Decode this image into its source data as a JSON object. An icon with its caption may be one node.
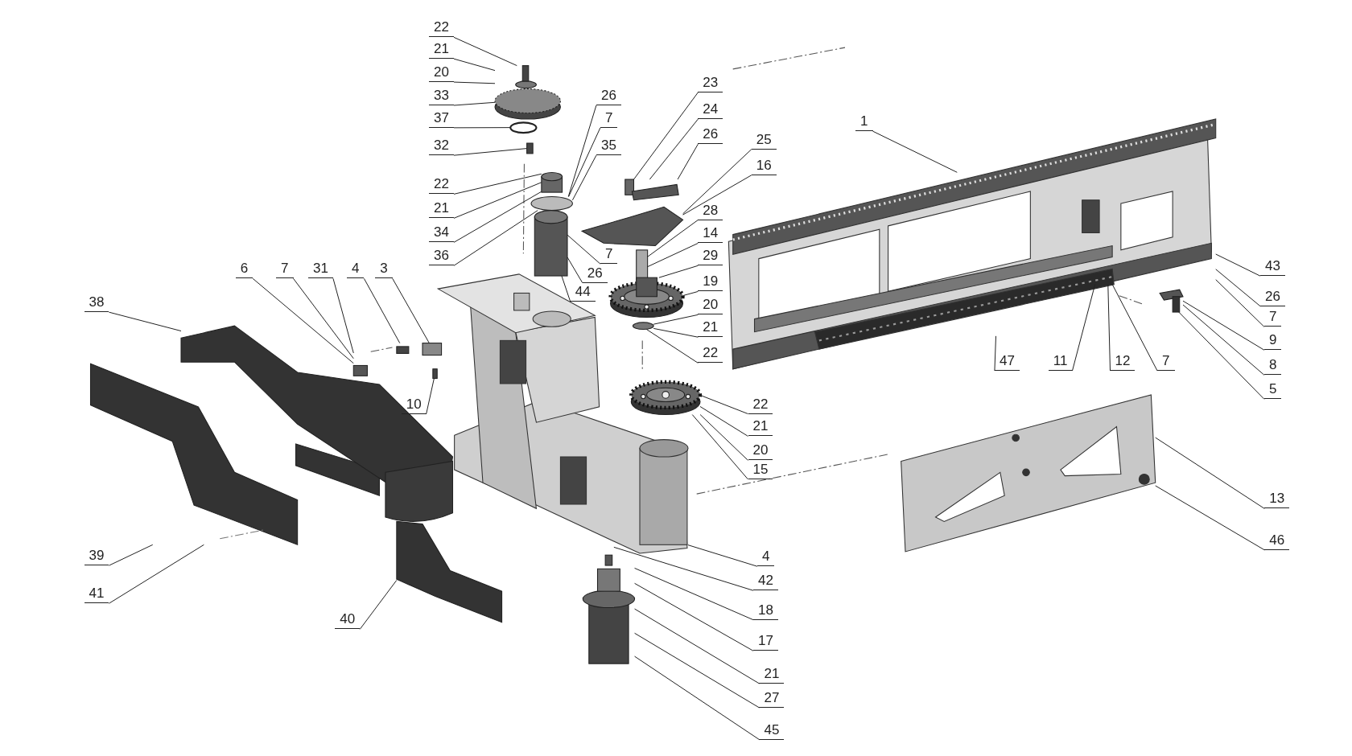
{
  "diagram": {
    "nodes": [
      {
        "text": [
          "22"
        ]
      },
      {
        "text": [
          "21"
        ]
      },
      {
        "text": [
          "20"
        ]
      },
      {
        "text": [
          "33"
        ]
      },
      {
        "text": [
          "37"
        ]
      },
      {
        "text": [
          "32"
        ]
      },
      {
        "text": [
          "22"
        ]
      },
      {
        "text": [
          "21"
        ]
      },
      {
        "text": [
          "34"
        ]
      },
      {
        "text": [
          "36"
        ]
      },
      {
        "text": [
          "26"
        ]
      },
      {
        "text": [
          "7"
        ]
      },
      {
        "text": [
          "35"
        ]
      },
      {
        "text": [
          "7"
        ]
      },
      {
        "text": [
          "26"
        ]
      },
      {
        "text": [
          "44"
        ]
      },
      {
        "text": [
          "23"
        ]
      },
      {
        "text": [
          "24"
        ]
      },
      {
        "text": [
          "26"
        ]
      },
      {
        "text": [
          "25"
        ]
      },
      {
        "text": [
          "16"
        ]
      },
      {
        "text": [
          "28"
        ]
      },
      {
        "text": [
          "14"
        ]
      },
      {
        "text": [
          "29"
        ]
      },
      {
        "text": [
          "19"
        ]
      },
      {
        "text": [
          "20"
        ]
      },
      {
        "text": [
          "21"
        ]
      },
      {
        "text": [
          "22"
        ]
      },
      {
        "text": [
          "22"
        ]
      },
      {
        "text": [
          "21"
        ]
      },
      {
        "text": [
          "20"
        ]
      },
      {
        "text": [
          "15"
        ]
      },
      {
        "text": [
          "4"
        ]
      },
      {
        "text": [
          "42"
        ]
      },
      {
        "text": [
          "18"
        ]
      },
      {
        "text": [
          "17"
        ]
      },
      {
        "text": [
          "21"
        ]
      },
      {
        "text": [
          "27"
        ]
      },
      {
        "text": [
          "45"
        ]
      },
      {
        "text": [
          "1"
        ]
      },
      {
        "text": [
          "43"
        ]
      },
      {
        "text": [
          "26"
        ]
      },
      {
        "text": [
          "7"
        ]
      },
      {
        "text": [
          "9"
        ]
      },
      {
        "text": [
          "8"
        ]
      },
      {
        "text": [
          "5"
        ]
      },
      {
        "text": [
          "47"
        ]
      },
      {
        "text": [
          "11"
        ]
      },
      {
        "text": [
          "12"
        ]
      },
      {
        "text": [
          "7"
        ]
      },
      {
        "text": [
          "13"
        ]
      },
      {
        "text": [
          "46"
        ]
      },
      {
        "text": [
          "6"
        ]
      },
      {
        "text": [
          "7"
        ]
      },
      {
        "text": [
          "31"
        ]
      },
      {
        "text": [
          "4"
        ]
      },
      {
        "text": [
          "3"
        ]
      },
      {
        "text": [
          "38"
        ]
      },
      {
        "text": [
          "10"
        ]
      },
      {
        "text": [
          "39"
        ]
      },
      {
        "text": [
          "41"
        ]
      },
      {
        "text": [
          "40"
        ]
      },
      {
        "text": [],
        "shape": "picture"
      },
      {
        "text": [],
        "shape": "circle"
      },
      {
        "text": [],
        "shape": "box"
      },
      {
        "text": [],
        "shape": "cylinder"
      },
      {
        "text": [],
        "shape": "circle"
      },
      {
        "text": [],
        "shape": "picture"
      },
      {
        "text": [],
        "shape": "box"
      },
      {
        "text": [],
        "shape": "picture"
      },
      {
        "text": [],
        "shape": "circle"
      },
      {
        "text": [],
        "shape": "picture"
      },
      {
        "text": [],
        "shape": "picture"
      },
      {
        "text": [],
        "shape": "picture"
      },
      {
        "text": [],
        "shape": "picture"
      },
      {
        "text": [],
        "shape": "picture"
      },
      {
        "text": [],
        "shape": "picture"
      },
      {
        "text": [],
        "shape": "picture"
      },
      {
        "text": [],
        "shape": "picture"
      },
      {
        "text": [],
        "shape": "picture"
      },
      {
        "text": [],
        "shape": "picture"
      },
      {
        "text": [],
        "shape": "cylinder"
      }
    ],
    "edges": [
      {
        "from": 0,
        "to": 62,
        "arrow": "none"
      },
      {
        "from": 1,
        "to": 62,
        "arrow": "none"
      },
      {
        "from": 2,
        "to": 62,
        "arrow": "none"
      },
      {
        "from": 3,
        "to": 62,
        "arrow": "none"
      },
      {
        "from": 4,
        "to": 63,
        "arrow": "none"
      },
      {
        "from": 5,
        "to": 64,
        "arrow": "none"
      },
      {
        "from": 6,
        "to": 65,
        "arrow": "none"
      },
      {
        "from": 7,
        "to": 65,
        "arrow": "none"
      },
      {
        "from": 8,
        "to": 65,
        "arrow": "none"
      },
      {
        "from": 9,
        "to": 66,
        "arrow": "none"
      },
      {
        "from": 10,
        "to": 66,
        "arrow": "none"
      },
      {
        "from": 11,
        "to": 66,
        "arrow": "none"
      },
      {
        "from": 12,
        "to": 66,
        "arrow": "none"
      },
      {
        "from": 13,
        "to": 81,
        "arrow": "none"
      },
      {
        "from": 14,
        "to": 81,
        "arrow": "none"
      },
      {
        "from": 15,
        "to": 81,
        "arrow": "none"
      },
      {
        "from": 16,
        "to": 67,
        "arrow": "none"
      },
      {
        "from": 17,
        "to": 67,
        "arrow": "none"
      },
      {
        "from": 18,
        "to": 67,
        "arrow": "none"
      },
      {
        "from": 19,
        "to": 67,
        "arrow": "none"
      },
      {
        "from": 20,
        "to": 67,
        "arrow": "none"
      },
      {
        "from": 21,
        "to": 68,
        "arrow": "none"
      },
      {
        "from": 22,
        "to": 68,
        "arrow": "none"
      },
      {
        "from": 23,
        "to": 69,
        "arrow": "none"
      },
      {
        "from": 24,
        "to": 69,
        "arrow": "none"
      },
      {
        "from": 25,
        "to": 70,
        "arrow": "none"
      },
      {
        "from": 26,
        "to": 70,
        "arrow": "none"
      },
      {
        "from": 27,
        "to": 70,
        "arrow": "none"
      },
      {
        "from": 28,
        "to": 71,
        "arrow": "none"
      },
      {
        "from": 29,
        "to": 71,
        "arrow": "none"
      },
      {
        "from": 30,
        "to": 71,
        "arrow": "none"
      },
      {
        "from": 31,
        "to": 71,
        "arrow": "none"
      },
      {
        "from": 32,
        "to": 72,
        "arrow": "none"
      },
      {
        "from": 33,
        "to": 73,
        "arrow": "none"
      },
      {
        "from": 34,
        "to": 73,
        "arrow": "none"
      },
      {
        "from": 35,
        "to": 73,
        "arrow": "none"
      },
      {
        "from": 36,
        "to": 73,
        "arrow": "none"
      },
      {
        "from": 37,
        "to": 73,
        "arrow": "none"
      },
      {
        "from": 38,
        "to": 73,
        "arrow": "none"
      },
      {
        "from": 39,
        "to": 74,
        "arrow": "none"
      },
      {
        "from": 40,
        "to": 74,
        "arrow": "none"
      },
      {
        "from": 41,
        "to": 74,
        "arrow": "none"
      },
      {
        "from": 42,
        "to": 74,
        "arrow": "none"
      },
      {
        "from": 43,
        "to": 75,
        "arrow": "none"
      },
      {
        "from": 44,
        "to": 75,
        "arrow": "none"
      },
      {
        "from": 45,
        "to": 75,
        "arrow": "none"
      },
      {
        "from": 46,
        "to": 74,
        "arrow": "none"
      },
      {
        "from": 47,
        "to": 74,
        "arrow": "none"
      },
      {
        "from": 48,
        "to": 74,
        "arrow": "none"
      },
      {
        "from": 49,
        "to": 74,
        "arrow": "none"
      },
      {
        "from": 50,
        "to": 76,
        "arrow": "none"
      },
      {
        "from": 51,
        "to": 76,
        "arrow": "none"
      },
      {
        "from": 52,
        "to": 78,
        "arrow": "none"
      },
      {
        "from": 53,
        "to": 78,
        "arrow": "none"
      },
      {
        "from": 54,
        "to": 78,
        "arrow": "none"
      },
      {
        "from": 55,
        "to": 78,
        "arrow": "none"
      },
      {
        "from": 56,
        "to": 78,
        "arrow": "none"
      },
      {
        "from": 57,
        "to": 77,
        "arrow": "none"
      },
      {
        "from": 58,
        "to": 78,
        "arrow": "none"
      },
      {
        "from": 59,
        "to": 79,
        "arrow": "none"
      },
      {
        "from": 60,
        "to": 79,
        "arrow": "none"
      },
      {
        "from": 61,
        "to": 80,
        "arrow": "none"
      }
    ]
  }
}
